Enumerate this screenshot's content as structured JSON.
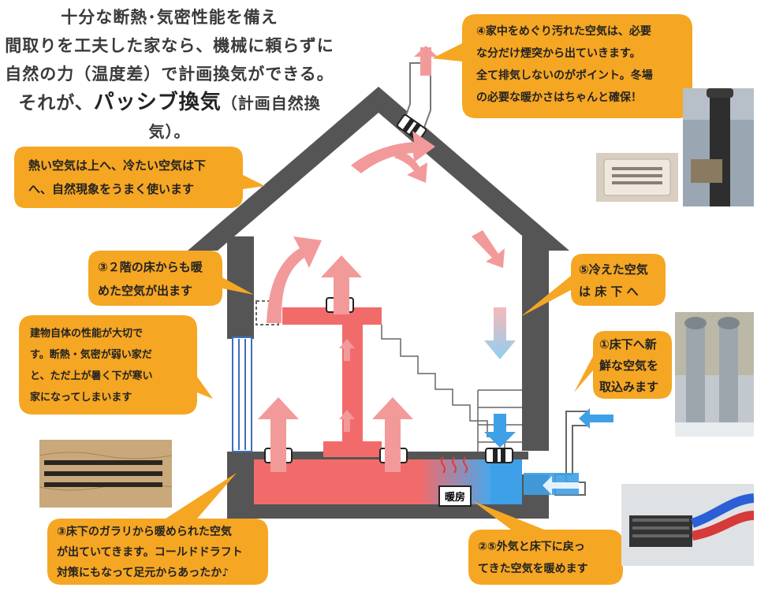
{
  "headline": {
    "line1": "十分な断熱･気密性能を備え",
    "line2": "間取りを工夫した家なら、機械に頼らずに",
    "line3": "自然の力（温度差）で計画換気ができる。",
    "line4_prefix": "それが、",
    "line4_strong": "パッシブ換気",
    "line4_suffix": "（計画自然換気）。"
  },
  "bubbles": {
    "chimney": [
      "④家中をめぐり汚れた空気は、必要",
      "な分だけ煙突から出ていきます。",
      "全て排気しないのがポイント。冬場",
      "の必要な暖かさはちゃんと確保！"
    ],
    "hot_air": [
      "熱い空気は上へ、冷たい空気は下",
      "へ、自然現象をうまく使います"
    ],
    "second_floor": [
      "③２階の床からも暖",
      "めた空気が出ます"
    ],
    "cold_air": [
      "⑤冷えた空気",
      "は 床 下 へ"
    ],
    "performance": [
      "建物自体の性能が大切で",
      "す。断熱・気密が弱い家だ",
      "と、ただ上が暑く下が寒い",
      "家になってしまいます"
    ],
    "fresh_air": [
      "①床下へ新",
      "鮮な空気を",
      "取込みます"
    ],
    "floor_gallery": [
      "③床下のガラリから暖められた空気",
      "が出ていてきます。コールドドラフト",
      "対策にもなって足元からあったか♪"
    ],
    "warming": [
      "②⑤外気と床下に戻っ",
      "てきた空気を暖めます"
    ]
  },
  "heater_label": "暖房",
  "colors": {
    "bubble": "#f5a623",
    "house": "#555555",
    "warm": "#f26b6b",
    "warm_arrow": "#f29a9a",
    "cool": "#49b4e8"
  }
}
